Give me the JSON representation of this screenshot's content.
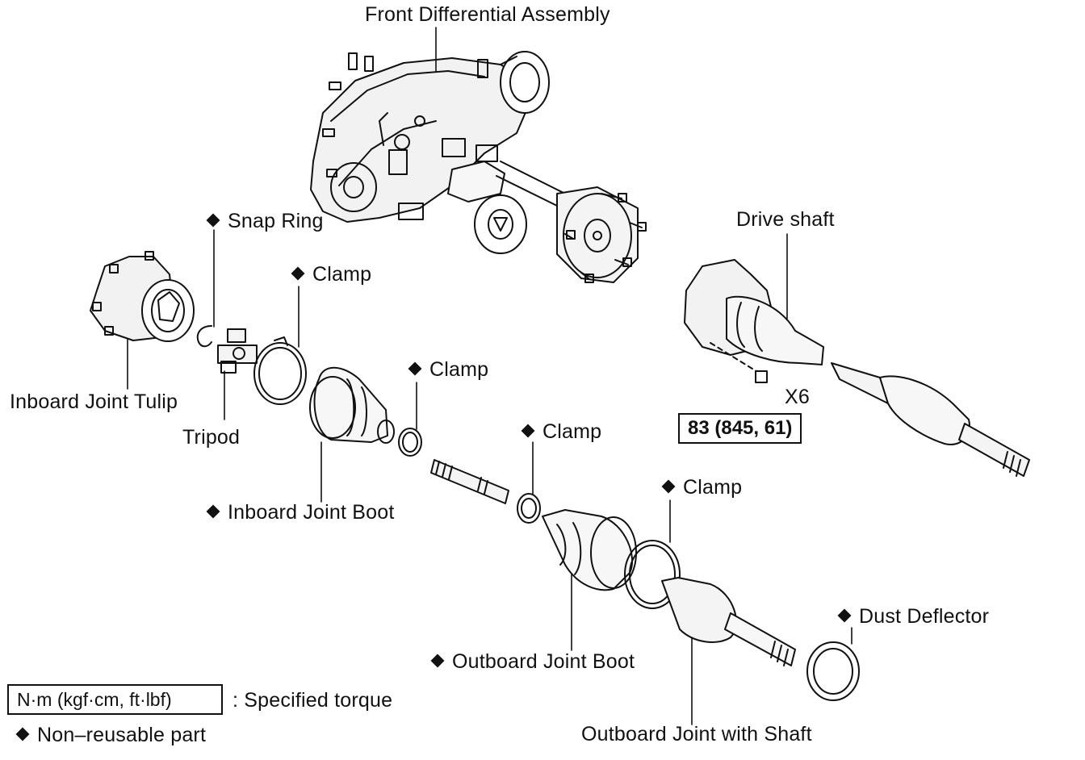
{
  "labels": {
    "front_diff": "Front Differential Assembly",
    "snap_ring": "Snap Ring",
    "clamp_1": "Clamp",
    "inboard_tulip": "Inboard Joint Tulip",
    "tripod": "Tripod",
    "clamp_2": "Clamp",
    "inboard_boot": "Inboard Joint Boot",
    "clamp_3": "Clamp",
    "clamp_4": "Clamp",
    "outboard_boot": "Outboard Joint Boot",
    "dust_deflector": "Dust Deflector",
    "outboard_shaft": "Outboard Joint with Shaft",
    "drive_shaft": "Drive shaft",
    "x6": "X6",
    "torque": "83 (845, 61)"
  },
  "legend": {
    "torque_unit": "N·m (kgf·cm, ft·lbf)",
    "torque_desc": ": Specified torque",
    "nonreusable": "Non–reusable part"
  },
  "icons": {
    "marker": "diamond-icon"
  }
}
